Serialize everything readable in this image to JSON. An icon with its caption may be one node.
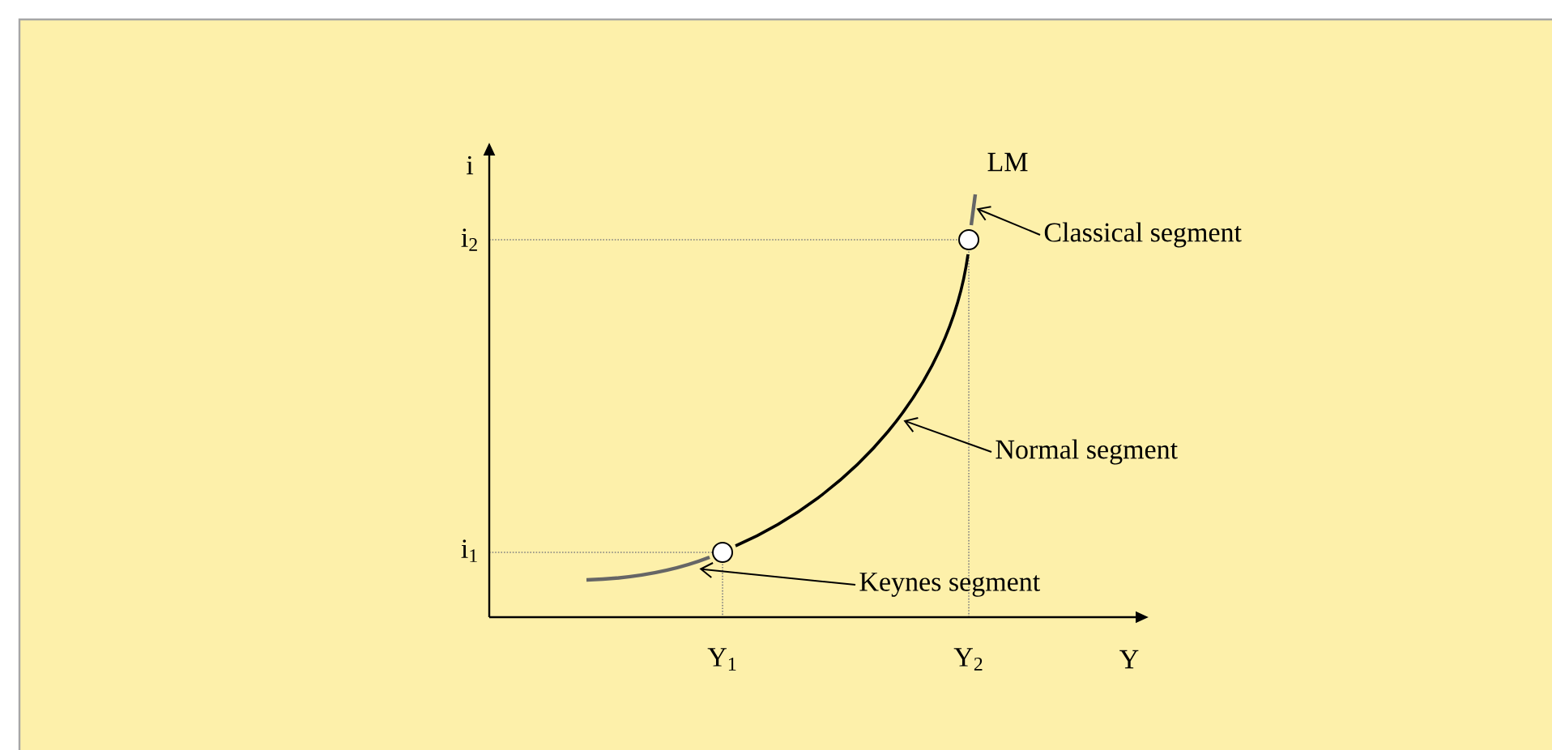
{
  "diagram": {
    "nodes": [
      {
        "text": [
          "Classical segment"
        ]
      },
      {
        "text": [
          "Normal segment"
        ]
      },
      {
        "text": [
          "Keynes segment"
        ]
      },
      {
        "text": [],
        "shape": "curve"
      },
      {
        "text": [],
        "shape": "curve"
      },
      {
        "text": [],
        "shape": "curve"
      }
    ],
    "edges": [
      {
        "from": 0,
        "to": 5,
        "arrow": "to"
      },
      {
        "from": 1,
        "to": 4,
        "arrow": "to"
      },
      {
        "from": 2,
        "to": 3,
        "arrow": "to"
      }
    ],
    "labels": [
      "i",
      "LM",
      "i$_{2}$",
      "i$_{1}$",
      "Y$_{1}$",
      "Y$_{2}$",
      "Y"
    ]
  }
}
